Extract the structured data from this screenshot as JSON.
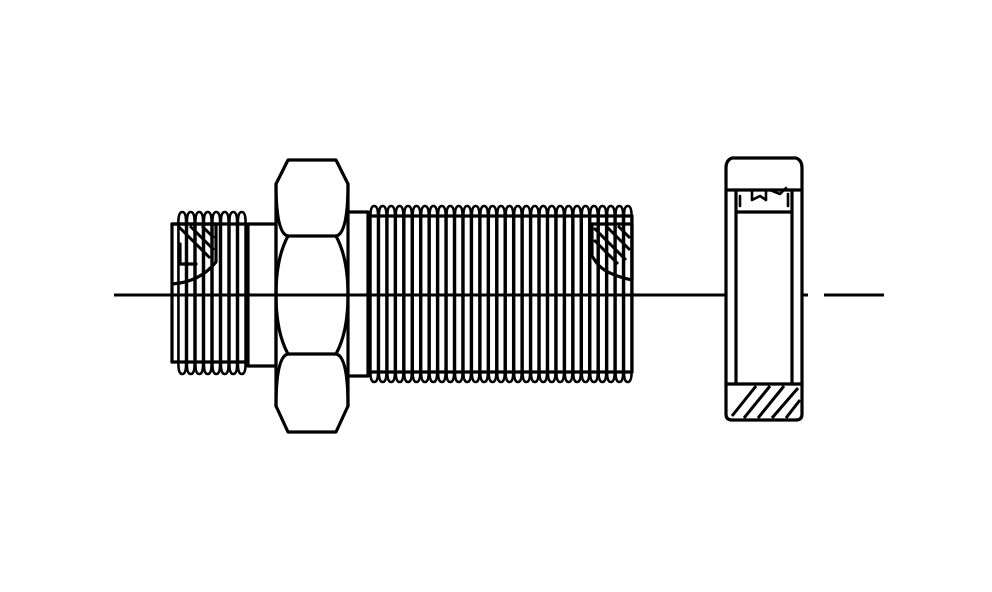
{
  "diagram": {
    "description_visible_text": "",
    "parts": [
      "fitting-body",
      "hex-nut",
      "lock-nut"
    ],
    "colors": {
      "line": "#000000",
      "background": "#ffffff"
    },
    "thread": {
      "left_crests": 8,
      "right_crests": 31
    }
  }
}
